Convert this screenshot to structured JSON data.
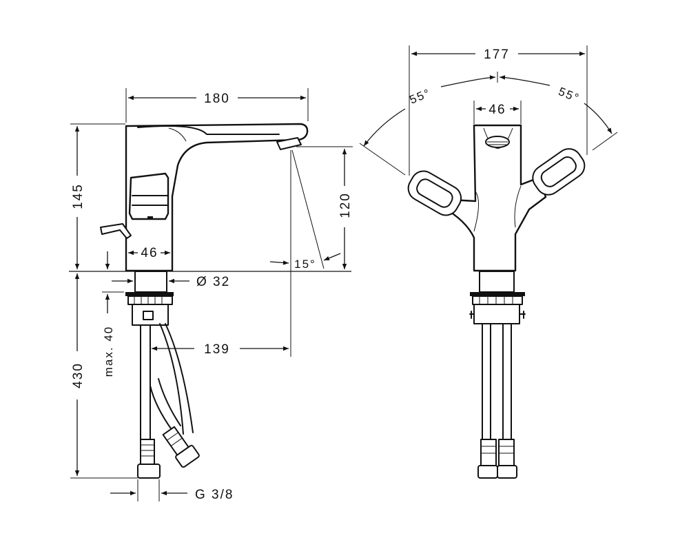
{
  "dimensions": {
    "spout_reach": "180",
    "height_above_counter": "145",
    "spout_height": "120",
    "body_width_side": "46",
    "spout_angle": "15°",
    "base_diameter": "Ø 32",
    "max_counter_thickness": "max. 40",
    "hose_length": "430",
    "spout_projection": "139",
    "connection_thread": "G 3/8",
    "total_width_front": "177",
    "body_width_front": "46",
    "handle_angle_left": "55°",
    "handle_angle_right": "55°"
  }
}
